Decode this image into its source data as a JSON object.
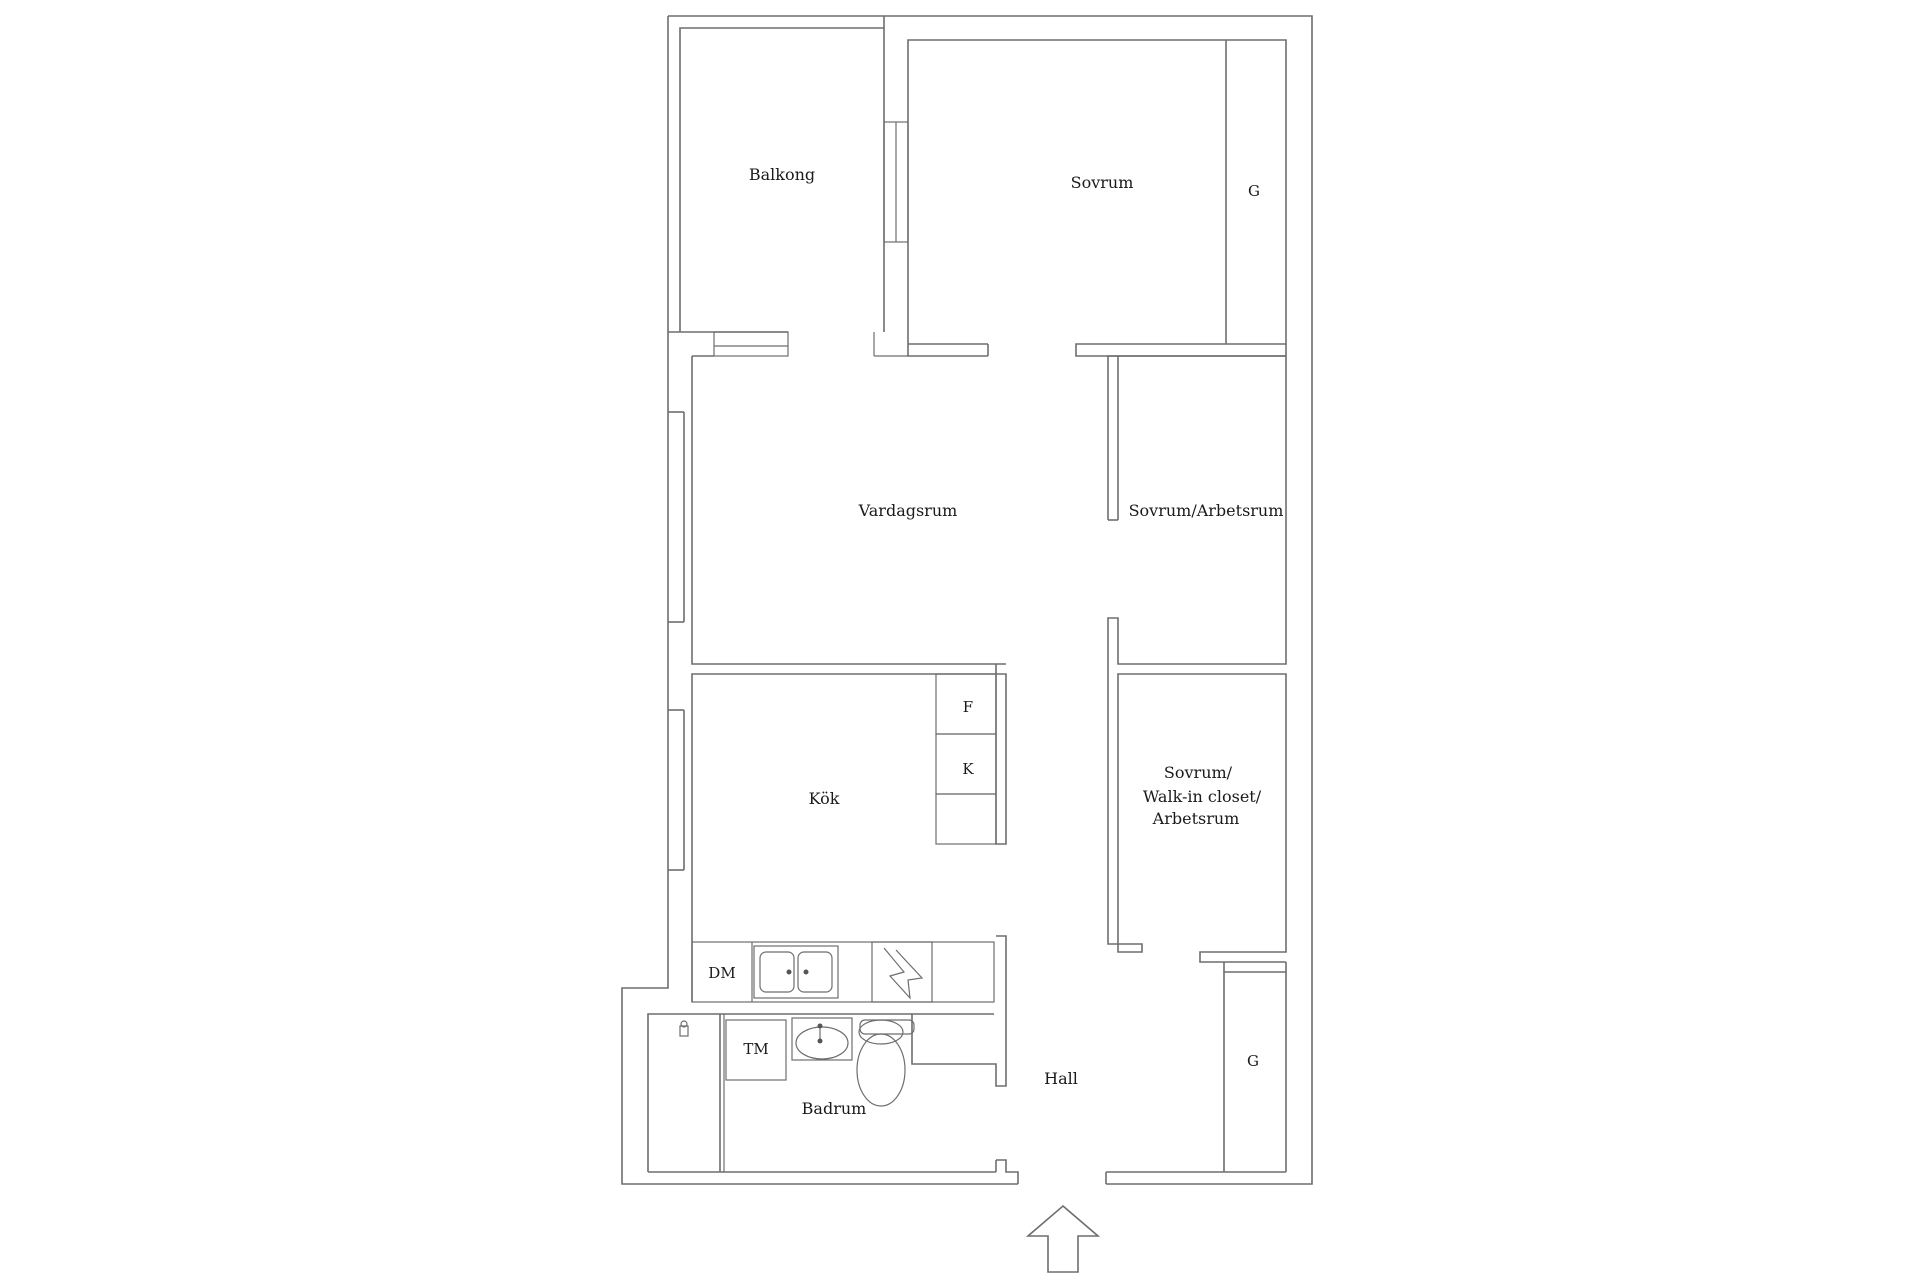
{
  "rooms": {
    "balkong": "Balkong",
    "sovrum": "Sovrum",
    "sovrum_garderob": "G",
    "vardagsrum": "Vardagsrum",
    "sovrum_arbetsrum": "Sovrum/Arbetsrum",
    "kok": "Kök",
    "walkin_line1": "Sovrum/",
    "walkin_line2": "Walk-in closet/",
    "walkin_line3": "Arbetsrum",
    "hall": "Hall",
    "hall_garderob": "G",
    "badrum": "Badrum"
  },
  "fixtures": {
    "fridge": "F",
    "freezer": "K",
    "dishwasher": "DM",
    "washing_machine": "TM"
  },
  "icons": {
    "entrance": "entrance-arrow-icon",
    "stove": "stove-icon",
    "sink": "kitchen-sink-icon",
    "toilet": "toilet-icon",
    "washbasin": "washbasin-icon"
  }
}
